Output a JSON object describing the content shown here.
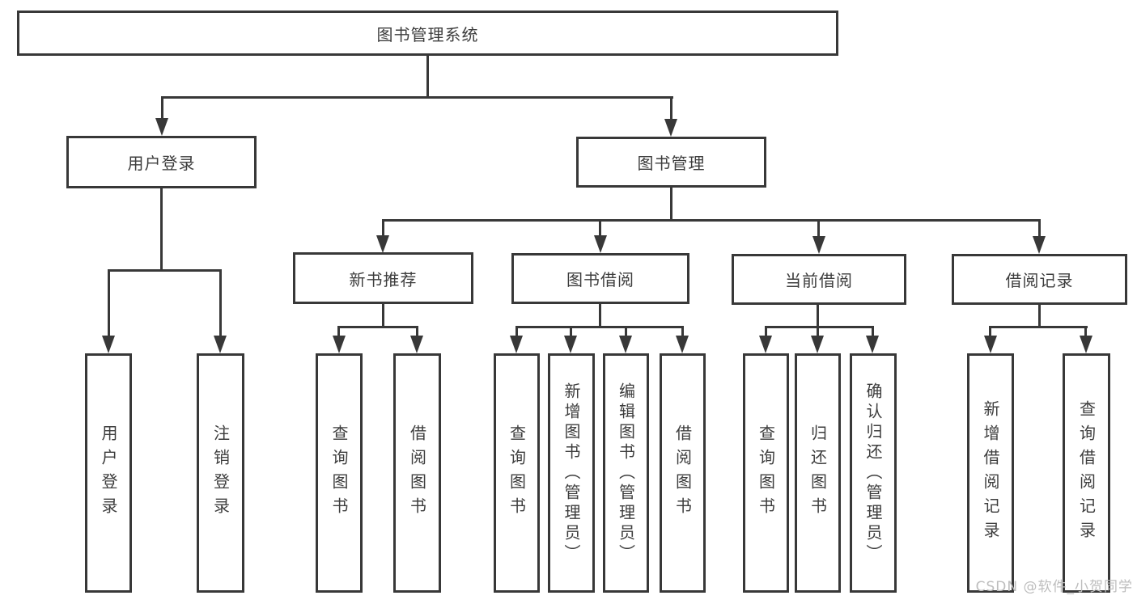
{
  "diagram": {
    "root": "图书管理系统",
    "level2": {
      "user_login": "用户登录",
      "book_mgmt": "图书管理"
    },
    "level3": {
      "new_book_rec": "新书推荐",
      "book_borrow": "图书借阅",
      "current_borrow": "当前借阅",
      "borrow_record": "借阅记录"
    },
    "leaves": {
      "user_login": [
        "用户登录",
        "注销登录"
      ],
      "new_book_rec": [
        "查询图书",
        "借阅图书"
      ],
      "book_borrow": [
        "查询图书",
        "新增图书（管理员）",
        "编辑图书（管理员）",
        "借阅图书"
      ],
      "current_borrow": [
        "查询图书",
        "归还图书",
        "确认归还（管理员）"
      ],
      "borrow_record": [
        "新增借阅记录",
        "查询借阅记录"
      ]
    }
  },
  "watermark": "CSDN @软件_小贺同学",
  "colors": {
    "line": "#383838",
    "text": "#3d3d3d",
    "watermark": "#bdbdbd",
    "background": "#ffffff"
  }
}
